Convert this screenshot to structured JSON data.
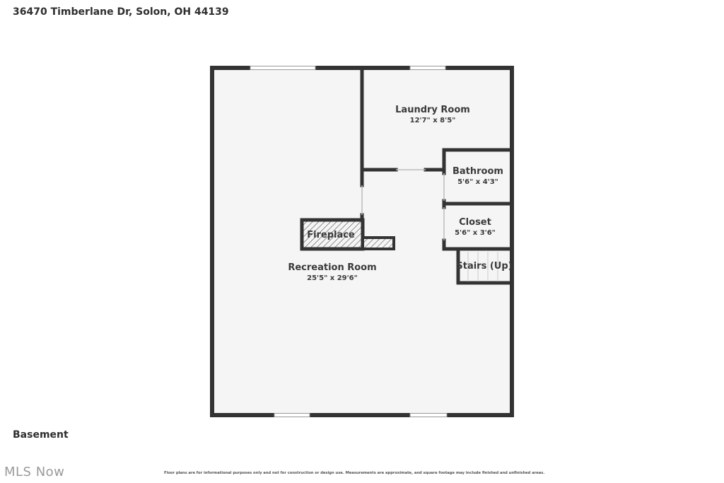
{
  "header": {
    "address": "36470 Timberlane Dr, Solon, OH 44139"
  },
  "floor": {
    "label": "Basement"
  },
  "rooms": {
    "recreation": {
      "name": "Recreation Room",
      "dims": "25'5\" x 29'6\""
    },
    "laundry": {
      "name": "Laundry Room",
      "dims": "12'7\" x 8'5\""
    },
    "bathroom": {
      "name": "Bathroom",
      "dims": "5'6\" x 4'3\""
    },
    "closet": {
      "name": "Closet",
      "dims": "5'6\" x 3'6\""
    },
    "stairs": {
      "name": "Stairs (Up)"
    },
    "fireplace": {
      "name": "Fireplace"
    }
  },
  "footer": {
    "brand": "MLS Now",
    "disclaimer": "Floor plans are for informational purposes only and not for construction or design use. Measurements are approximate, and square footage may include finished and unfinished areas."
  },
  "colors": {
    "wall": "#333333",
    "floor": "#f5f5f5",
    "window": "#ffffff"
  }
}
